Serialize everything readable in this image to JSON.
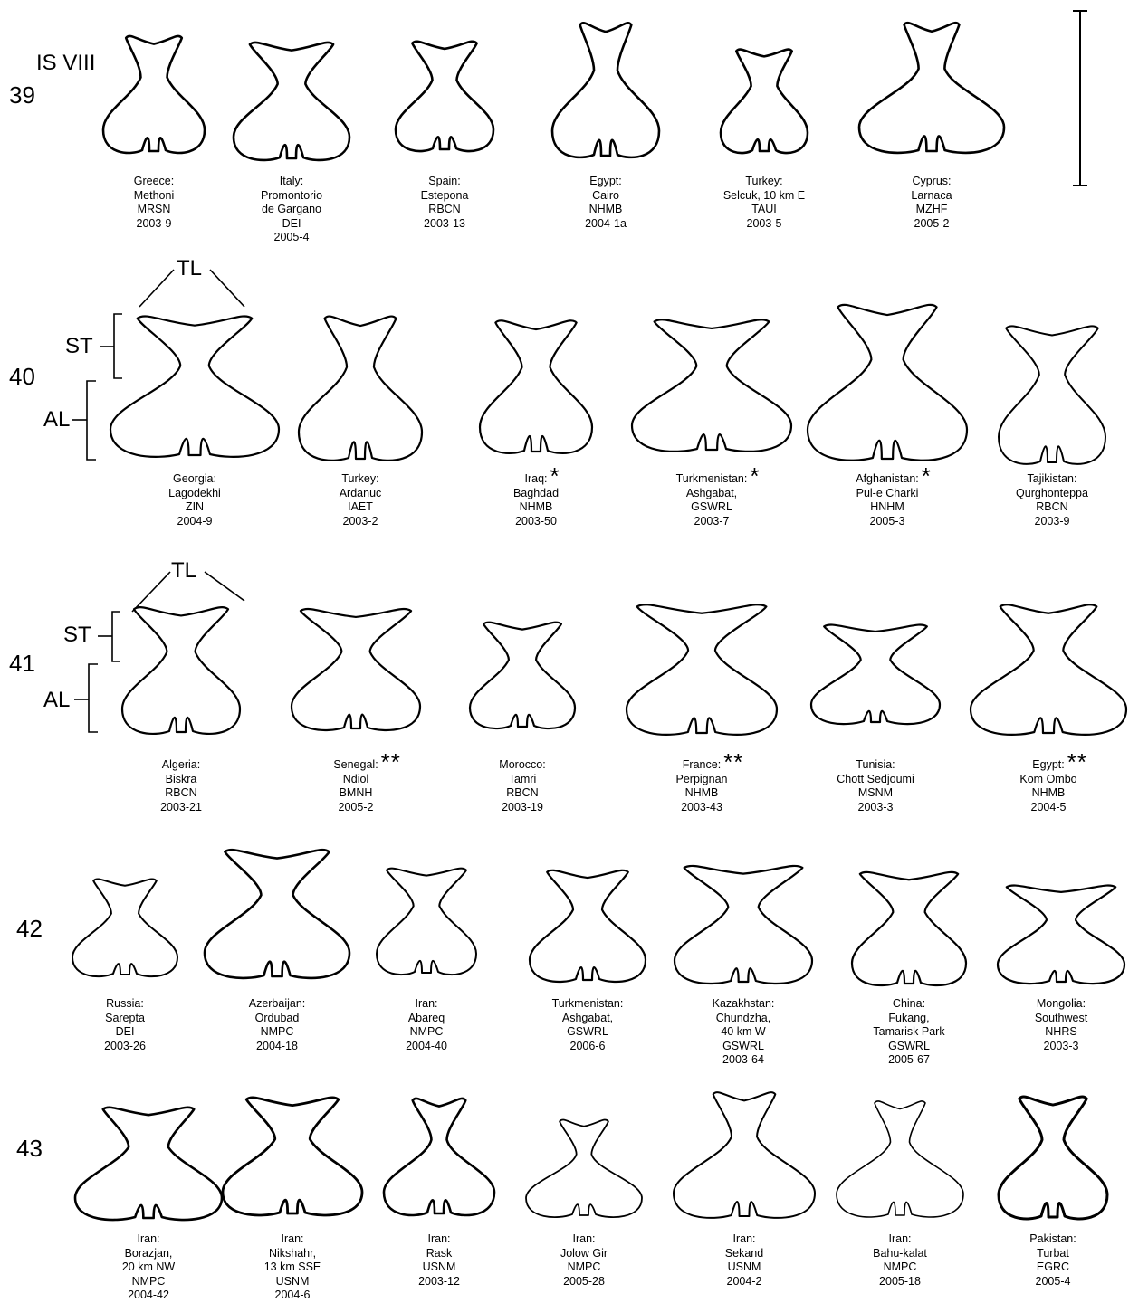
{
  "header": {
    "subtitle": "IS VIII"
  },
  "annotations": {
    "tl": "TL",
    "st": "ST",
    "al": "AL"
  },
  "rows": [
    {
      "label": "39",
      "specimens": [
        {
          "lines": [
            "Greece:",
            "Methoni",
            "MRSN",
            "2003-9"
          ],
          "mark": ""
        },
        {
          "lines": [
            "Italy:",
            "Promontorio",
            "de Gargano",
            "DEI",
            "2005-4"
          ],
          "mark": ""
        },
        {
          "lines": [
            "Spain:",
            "Estepona",
            "RBCN",
            "2003-13"
          ],
          "mark": ""
        },
        {
          "lines": [
            "Egypt:",
            "Cairo",
            "NHMB",
            "2004-1a"
          ],
          "mark": ""
        },
        {
          "lines": [
            "Turkey:",
            "Selcuk, 10 km E",
            "TAUI",
            "2003-5"
          ],
          "mark": ""
        },
        {
          "lines": [
            "Cyprus:",
            "Larnaca",
            "MZHF",
            "2005-2"
          ],
          "mark": ""
        }
      ]
    },
    {
      "label": "40",
      "specimens": [
        {
          "lines": [
            "Georgia:",
            "Lagodekhi",
            "ZIN",
            "2004-9"
          ],
          "mark": ""
        },
        {
          "lines": [
            "Turkey:",
            "Ardanuc",
            "IAET",
            "2003-2"
          ],
          "mark": ""
        },
        {
          "lines": [
            "Iraq:",
            "Baghdad",
            "NHMB",
            "2003-50"
          ],
          "mark": "*"
        },
        {
          "lines": [
            "Turkmenistan:",
            "Ashgabat,",
            "GSWRL",
            "2003-7"
          ],
          "mark": "*"
        },
        {
          "lines": [
            "Afghanistan:",
            "Pul-e Charki",
            "HNHM",
            "2005-3"
          ],
          "mark": "*"
        },
        {
          "lines": [
            "Tajikistan:",
            "Qurghonteppa",
            "RBCN",
            "2003-9"
          ],
          "mark": ""
        }
      ]
    },
    {
      "label": "41",
      "specimens": [
        {
          "lines": [
            "Algeria:",
            "Biskra",
            "RBCN",
            "2003-21"
          ],
          "mark": ""
        },
        {
          "lines": [
            "Senegal:",
            "Ndiol",
            "BMNH",
            "2005-2"
          ],
          "mark": "**"
        },
        {
          "lines": [
            "Morocco:",
            "Tamri",
            "RBCN",
            "2003-19"
          ],
          "mark": ""
        },
        {
          "lines": [
            "France:",
            "Perpignan",
            "NHMB",
            "2003-43"
          ],
          "mark": "**"
        },
        {
          "lines": [
            "Tunisia:",
            "Chott Sedjoumi",
            "MSNM",
            "2003-3"
          ],
          "mark": ""
        },
        {
          "lines": [
            "Egypt:",
            "Kom Ombo",
            "NHMB",
            "2004-5"
          ],
          "mark": "**"
        }
      ]
    },
    {
      "label": "42",
      "specimens": [
        {
          "lines": [
            "Russia:",
            "Sarepta",
            "DEI",
            "2003-26"
          ],
          "mark": ""
        },
        {
          "lines": [
            "Azerbaijan:",
            "Ordubad",
            "NMPC",
            "2004-18"
          ],
          "mark": ""
        },
        {
          "lines": [
            "Iran:",
            "Abareq",
            "NMPC",
            "2004-40"
          ],
          "mark": ""
        },
        {
          "lines": [
            "Turkmenistan:",
            "Ashgabat,",
            "GSWRL",
            "2006-6"
          ],
          "mark": ""
        },
        {
          "lines": [
            "Kazakhstan:",
            "Chundzha,",
            "40 km W",
            "GSWRL",
            "2003-64"
          ],
          "mark": ""
        },
        {
          "lines": [
            "China:",
            "Fukang,",
            "Tamarisk Park",
            "GSWRL",
            "2005-67"
          ],
          "mark": ""
        },
        {
          "lines": [
            "Mongolia:",
            "Southwest",
            "NHRS",
            "2003-3"
          ],
          "mark": ""
        }
      ]
    },
    {
      "label": "43",
      "specimens": [
        {
          "lines": [
            "Iran:",
            "Borazjan,",
            "20 km NW",
            "NMPC",
            "2004-42"
          ],
          "mark": ""
        },
        {
          "lines": [
            "Iran:",
            "Nikshahr,",
            "13 km SSE",
            "USNM",
            "2004-6"
          ],
          "mark": ""
        },
        {
          "lines": [
            "Iran:",
            "Rask",
            "USNM",
            "2003-12"
          ],
          "mark": ""
        },
        {
          "lines": [
            "Iran:",
            "Jolow Gir",
            "NMPC",
            "2005-28"
          ],
          "mark": ""
        },
        {
          "lines": [
            "Iran:",
            "Sekand",
            "USNM",
            "2004-2"
          ],
          "mark": ""
        },
        {
          "lines": [
            "Iran:",
            "Bahu-kalat",
            "NMPC",
            "2005-18"
          ],
          "mark": ""
        },
        {
          "lines": [
            "Pakistan:",
            "Turbat",
            "EGRC",
            "2005-4"
          ],
          "mark": ""
        }
      ]
    }
  ]
}
